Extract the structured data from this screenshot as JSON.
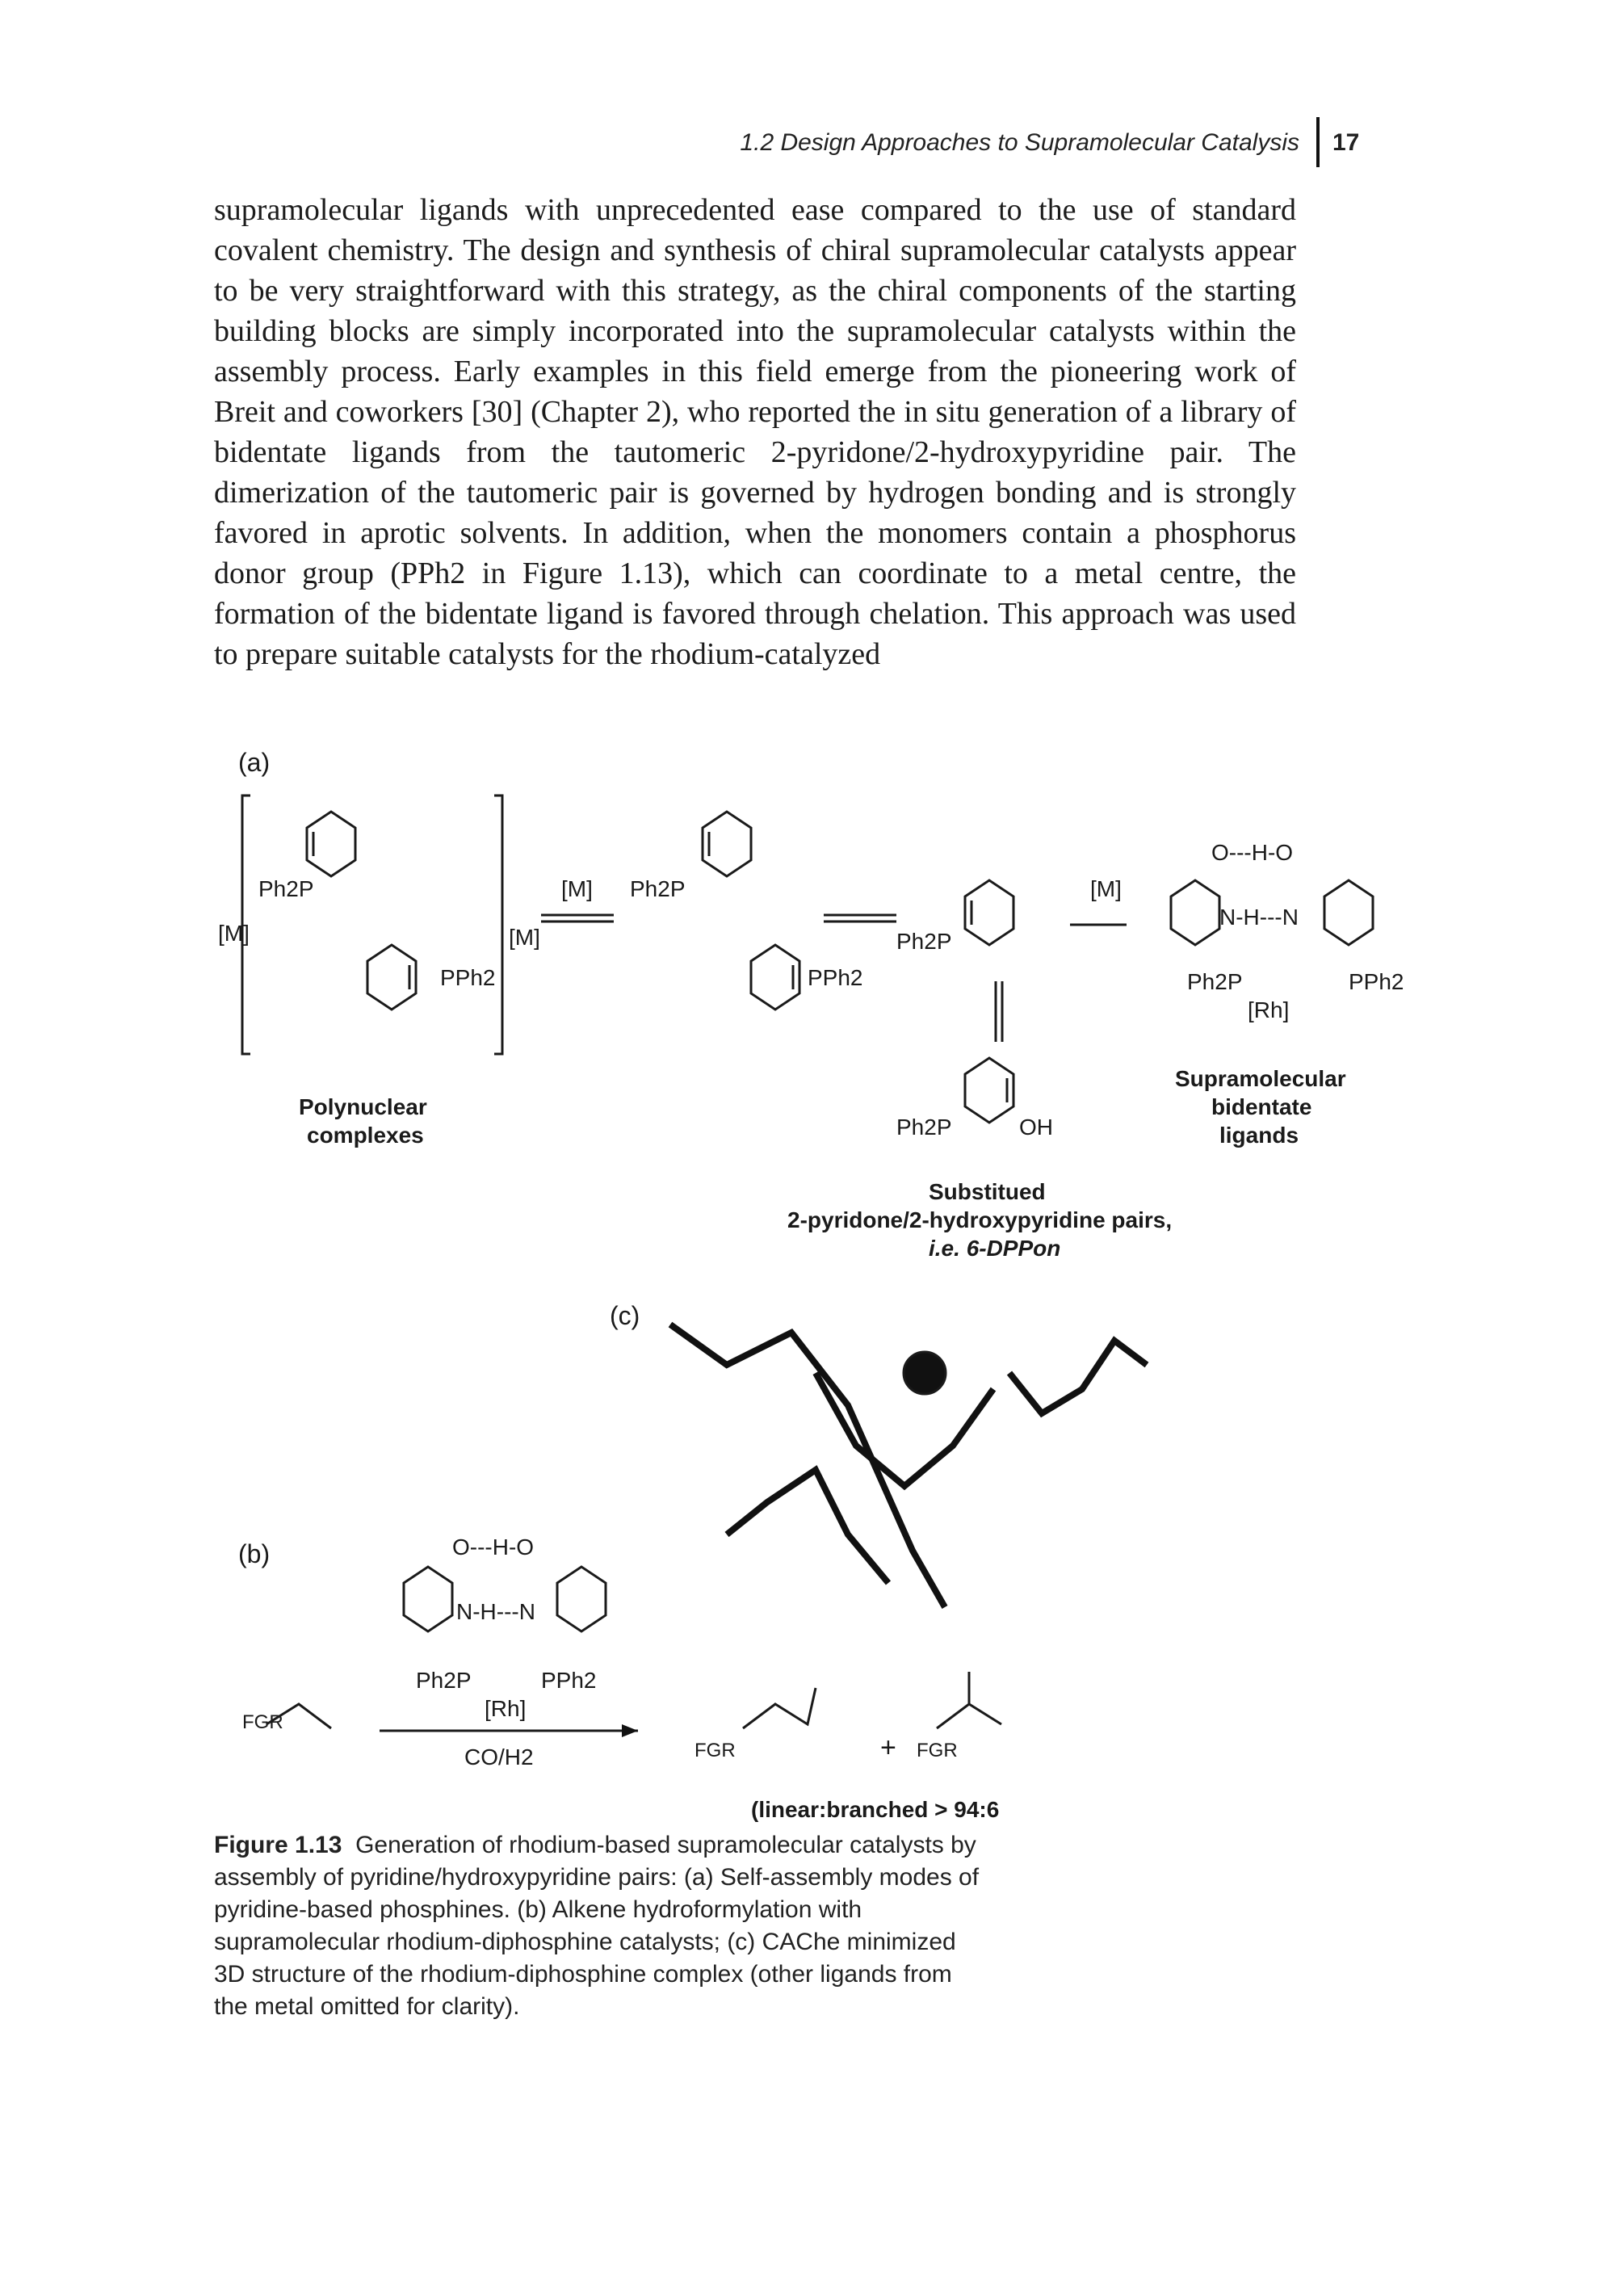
{
  "header": {
    "running_title": "1.2 Design Approaches to Supramolecular Catalysis",
    "page_number": "17"
  },
  "body": {
    "paragraph": "supramolecular ligands with unprecedented ease compared to the use of standard covalent chemistry. The design and synthesis of chiral supramolecular catalysts appear to be very straightforward with this strategy, as the chiral components of the starting building blocks are simply incorporated into the supramolecular catalysts within the assembly process. Early examples in this field emerge from the pioneering work of Breit and coworkers [30] (Chapter 2), who reported the in situ generation of a library of bidentate ligands from the tautomeric 2-pyridone/2-hydroxypyridine pair. The dimerization of the tautomeric pair is governed by hydrogen bonding and is strongly favored in aprotic solvents. In addition, when the monomers contain a phosphorus donor group (PPh2 in Figure 1.13), which can coordinate to a metal centre, the formation of the bidentate ligand is favored through chelation. This approach was used to prepare suitable catalysts for the rhodium-catalyzed"
  },
  "figure": {
    "panel_a": "(a)",
    "panel_b": "(b)",
    "panel_c": "(c)",
    "label_polynuclear_1": "Polynuclear",
    "label_polynuclear_2": "complexes",
    "label_supra_1": "Supramolecular",
    "label_supra_2": "bidentate",
    "label_supra_3": "ligands",
    "label_subst_1": "Substitued",
    "label_subst_2": "2-pyridone/2-hydroxypyridine pairs,",
    "label_subst_3": "i.e. 6-DPPon",
    "metal": "[M]",
    "rh": "[Rh]",
    "ph2p": "Ph2P",
    "pph2": "PPh2",
    "n": "N",
    "o": "O",
    "h": "H",
    "oh": "OH",
    "hbond_top": "O---H-O",
    "hbond_mid": "N-H---N",
    "fgr": "FGR",
    "conditions": "CO/H2",
    "plus": "+",
    "selectivity": "(linear:branched > 94:6"
  },
  "caption": {
    "label": "Figure 1.13",
    "text": "Generation of rhodium-based supramolecular catalysts by assembly of pyridine/hydroxypyridine pairs: (a) Self-assembly modes of pyridine-based phosphines. (b) Alkene hydroformylation with supramolecular rhodium-diphosphine catalysts; (c) CAChe minimized 3D structure of the rhodium-diphosphine complex (other ligands from the metal omitted for clarity)."
  }
}
